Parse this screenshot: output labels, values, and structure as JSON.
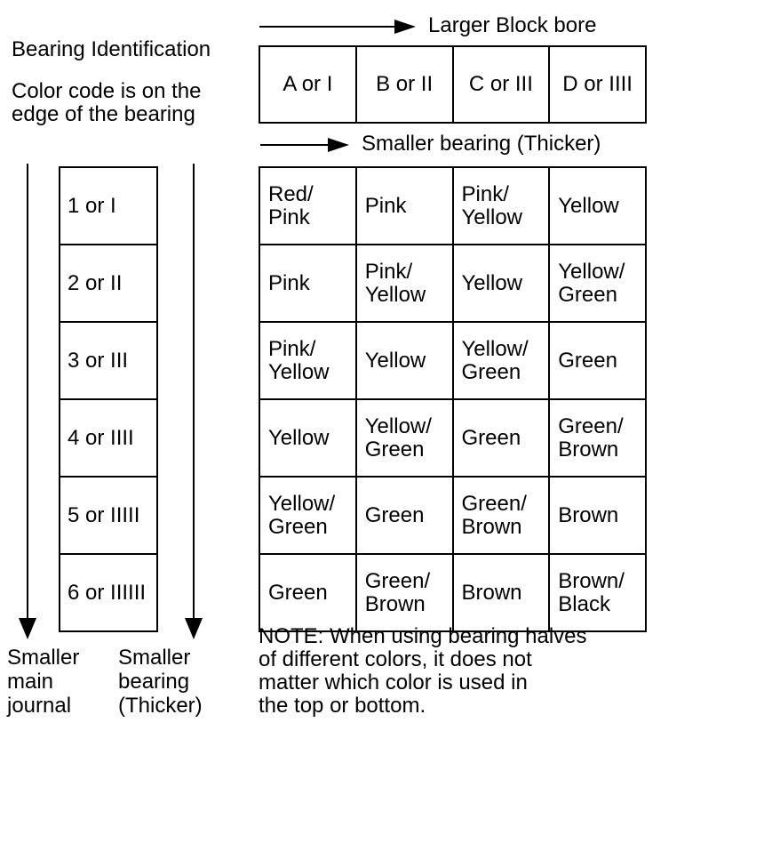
{
  "colors": {
    "ink": "#000000",
    "background": "#ffffff"
  },
  "header": {
    "title": "Bearing Identification",
    "subtitle": "Color code is on the\nedge of the bearing"
  },
  "arrows": {
    "larger_block_bore": "Larger Block bore",
    "smaller_bearing": "Smaller bearing (Thicker)",
    "smaller_main_journal": "Smaller\nmain\njournal",
    "smaller_bearing_thicker": "Smaller\nbearing\n(Thicker)"
  },
  "bore_table": {
    "cells": [
      "A or I",
      "B or II",
      "C or III",
      "D or IIII"
    ]
  },
  "journal_table": {
    "cells": [
      "1 or I",
      "2 or II",
      "3 or III",
      "4 or IIII",
      "5 or IIIII",
      "6 or IIIIII"
    ]
  },
  "color_table": {
    "rows": [
      [
        "Red/\nPink",
        "Pink",
        "Pink/\nYellow",
        "Yellow"
      ],
      [
        "Pink",
        "Pink/\nYellow",
        "Yellow",
        "Yellow/\nGreen"
      ],
      [
        "Pink/\nYellow",
        "Yellow",
        "Yellow/\nGreen",
        "Green"
      ],
      [
        "Yellow",
        "Yellow/\nGreen",
        "Green",
        "Green/\nBrown"
      ],
      [
        "Yellow/\nGreen",
        "Green",
        "Green/\nBrown",
        "Brown"
      ],
      [
        "Green",
        "Green/\nBrown",
        "Brown",
        "Brown/\nBlack"
      ]
    ]
  },
  "note": "NOTE: When using bearing halves\nof different colors, it does not\nmatter which color is used in\nthe top or bottom."
}
